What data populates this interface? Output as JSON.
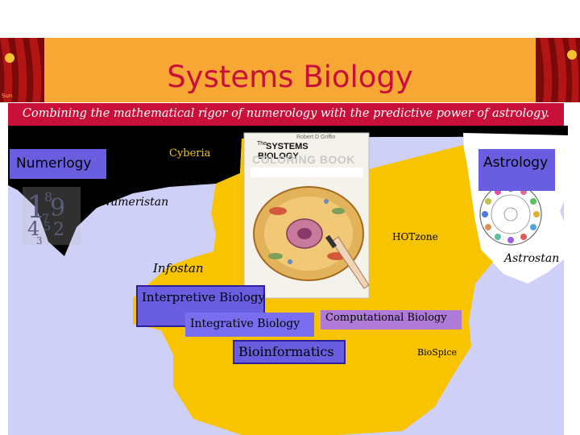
{
  "slide": {
    "title": "Systems Biology",
    "subtitle": "Combining the mathematical rigor of numerology with the predictive power of astrology."
  },
  "book": {
    "the": "The",
    "title_line1": "SYSTEMS",
    "title_line2": "BIOLOGY",
    "banner": "COLORING BOOK",
    "author": "Robert D Griffin"
  },
  "regions": {
    "numerlogy": "Numerlogy",
    "astrology": "Astrology",
    "cyberia": "Cyberia",
    "numeristan": "Numeristan",
    "hotzone": "HOTzone",
    "astrostan": "Astrostan",
    "infostan": "Infostan",
    "biospice": "BioSpice"
  },
  "fields": {
    "interpretive": "Interpretive Biology",
    "integrative": "Integrative Biology",
    "computational": "Computational Biology",
    "bioinformatics": "Bioinformatics"
  },
  "colors": {
    "title_bg": "#f7a733",
    "title_text": "#c8103a",
    "subtitle_bg": "#c8103a",
    "sea": "#cfd0f7",
    "land_yellow": "#f8c400",
    "land_white": "#ffffff",
    "black_region": "#000000",
    "label_blue": "#6a5ee0"
  },
  "icons": [
    "curtain-left-image",
    "curtain-right-image",
    "numerology-numbers-image",
    "zodiac-wheel-image",
    "cell-illustration-image"
  ]
}
